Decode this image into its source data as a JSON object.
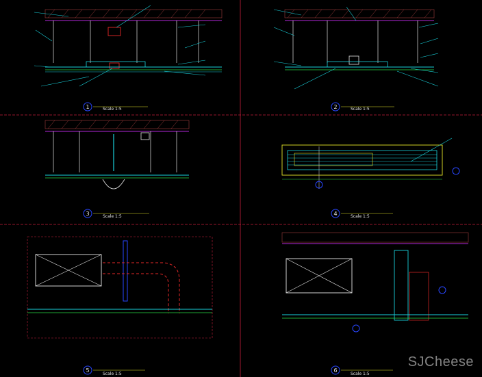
{
  "panels": [
    {
      "id": 1,
      "number": "1",
      "scale": "Scale 1:5"
    },
    {
      "id": 2,
      "number": "2",
      "scale": "Scale 1:5"
    },
    {
      "id": 3,
      "number": "3",
      "scale": "Scale 1:5"
    },
    {
      "id": 4,
      "number": "4",
      "scale": "Scale 1:5"
    },
    {
      "id": 5,
      "number": "5",
      "scale": "Scale 1:5"
    },
    {
      "id": 6,
      "number": "6",
      "scale": "Scale 1:5"
    }
  ],
  "watermark": "SJCheese",
  "colors": {
    "background": "#000000",
    "frame": "#c81e3c",
    "cyan": "#19d2dc",
    "green": "#28dc46",
    "white": "#e6e6e6",
    "yellow": "#e6e628",
    "magenta": "#b428dc",
    "blue": "#2846ff",
    "red": "#e62828",
    "hatch": "#a03c3c"
  }
}
